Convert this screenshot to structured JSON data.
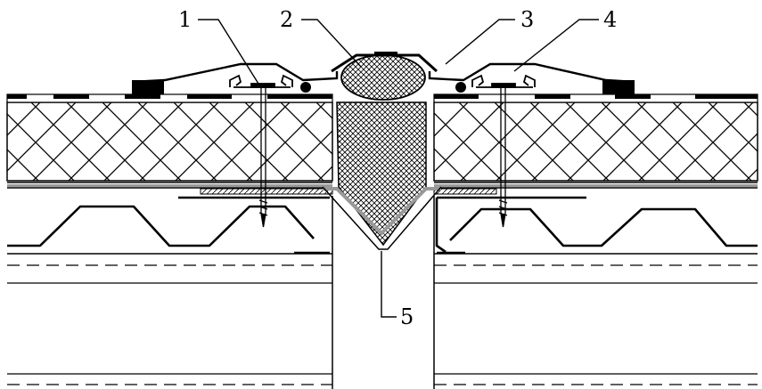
{
  "diagram": {
    "callouts": [
      {
        "id": "1",
        "text": "1"
      },
      {
        "id": "2",
        "text": "2"
      },
      {
        "id": "3",
        "text": "3"
      },
      {
        "id": "4",
        "text": "4"
      },
      {
        "id": "5",
        "text": "5"
      }
    ],
    "colors": {
      "line": "#000000",
      "grey_membrane": "#999999",
      "background": "#ffffff"
    }
  }
}
